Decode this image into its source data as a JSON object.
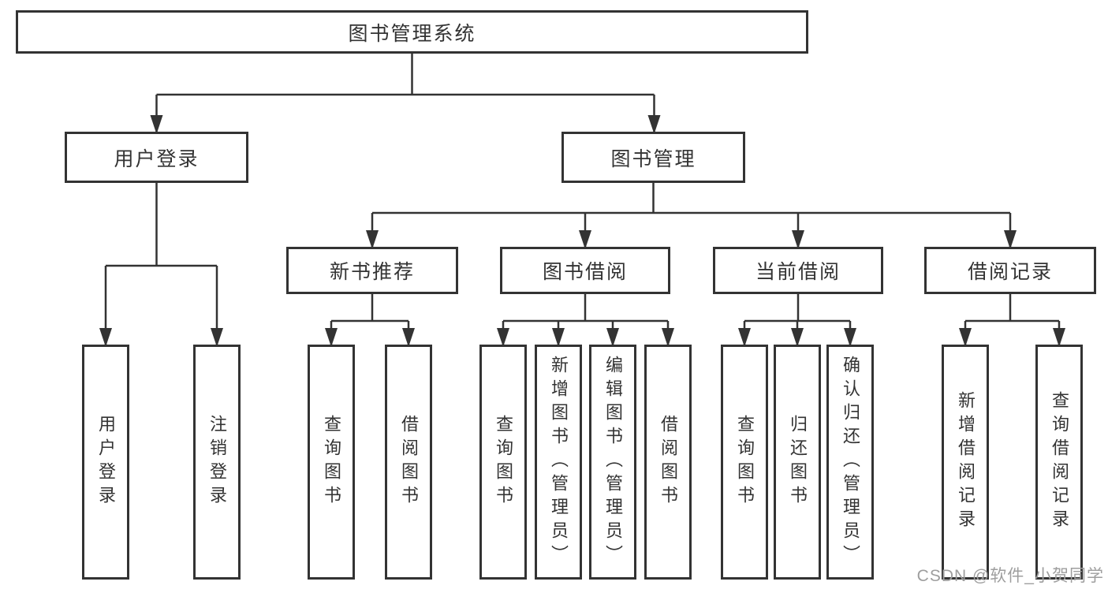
{
  "tree": {
    "label": "图书管理系统",
    "children": [
      {
        "label": "用户登录",
        "children": [
          {
            "label": "用户登录"
          },
          {
            "label": "注销登录"
          }
        ]
      },
      {
        "label": "图书管理",
        "children": [
          {
            "label": "新书推荐",
            "children": [
              {
                "label": "查询图书"
              },
              {
                "label": "借阅图书"
              }
            ]
          },
          {
            "label": "图书借阅",
            "children": [
              {
                "label": "查询图书"
              },
              {
                "label": "新增图书（管理员）"
              },
              {
                "label": "编辑图书（管理员）"
              },
              {
                "label": "借阅图书"
              }
            ]
          },
          {
            "label": "当前借阅",
            "children": [
              {
                "label": "查询图书"
              },
              {
                "label": "归还图书"
              },
              {
                "label": "确认归还（管理员）"
              }
            ]
          },
          {
            "label": "借阅记录",
            "children": [
              {
                "label": "新增借阅记录"
              },
              {
                "label": "查询借阅记录"
              }
            ]
          }
        ]
      }
    ]
  },
  "watermark": "CSDN @软件_小贺同学",
  "colors": {
    "line": "#333333",
    "text": "#333333",
    "watermark": "#9e9e9e",
    "background": "#ffffff"
  }
}
